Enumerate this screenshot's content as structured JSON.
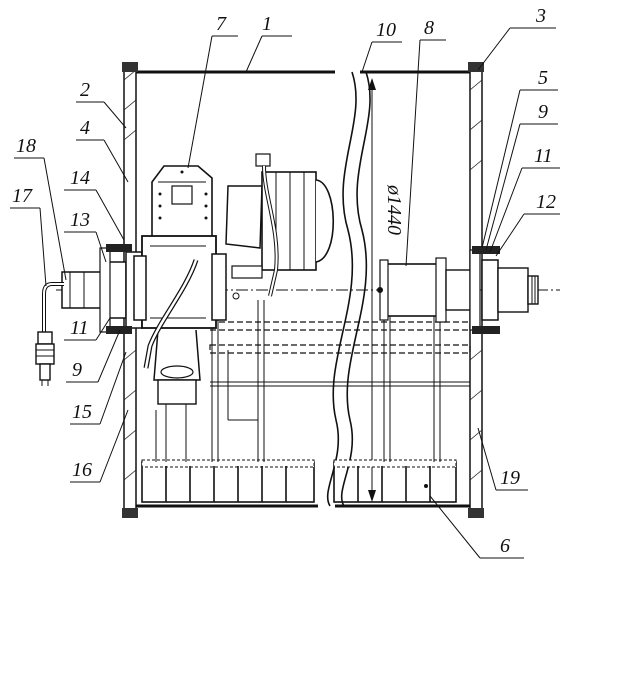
{
  "drawing": {
    "dimension_text": "ø1440",
    "callouts": [
      {
        "id": "c1",
        "text": "1"
      },
      {
        "id": "c2",
        "text": "2"
      },
      {
        "id": "c3",
        "text": "3"
      },
      {
        "id": "c4",
        "text": "4"
      },
      {
        "id": "c5",
        "text": "5"
      },
      {
        "id": "c6",
        "text": "6"
      },
      {
        "id": "c7",
        "text": "7"
      },
      {
        "id": "c8",
        "text": "8"
      },
      {
        "id": "c9a",
        "text": "9"
      },
      {
        "id": "c9b",
        "text": "9"
      },
      {
        "id": "c10",
        "text": "10"
      },
      {
        "id": "c11a",
        "text": "11"
      },
      {
        "id": "c11b",
        "text": "11"
      },
      {
        "id": "c12",
        "text": "12"
      },
      {
        "id": "c13",
        "text": "13"
      },
      {
        "id": "c14",
        "text": "14"
      },
      {
        "id": "c15",
        "text": "15"
      },
      {
        "id": "c16",
        "text": "16"
      },
      {
        "id": "c17",
        "text": "17"
      },
      {
        "id": "c18",
        "text": "18"
      },
      {
        "id": "c19",
        "text": "19"
      }
    ]
  }
}
